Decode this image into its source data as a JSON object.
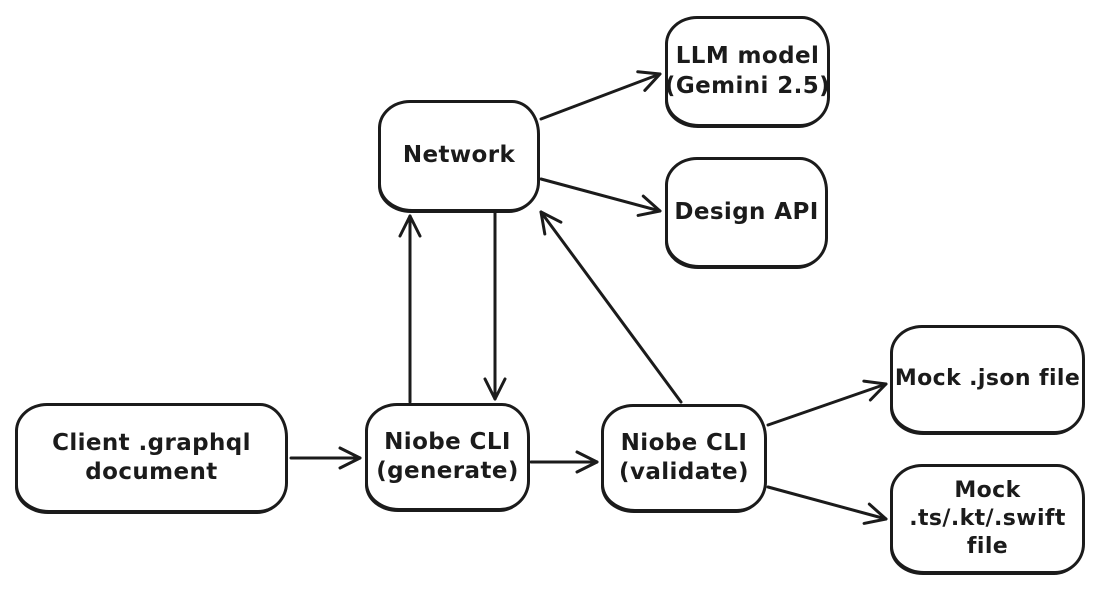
{
  "diagram": {
    "background": "#ffffff",
    "stroke_color": "#1b1b1b",
    "style": "hand-drawn flowchart",
    "nodes": {
      "network": {
        "label": "Network"
      },
      "llm_model": {
        "line1": "LLM model",
        "line2": "(Gemini 2.5)"
      },
      "design_api": {
        "label": "Design API"
      },
      "client_document": {
        "line1": "Client .graphql",
        "line2": "document"
      },
      "niobe_generate": {
        "line1": "Niobe CLI",
        "line2": "(generate)"
      },
      "niobe_validate": {
        "line1": "Niobe CLI",
        "line2": "(validate)"
      },
      "mock_json": {
        "label": "Mock .json file"
      },
      "mock_code": {
        "line1": "Mock",
        "line2": ".ts/.kt/.swift",
        "line3": "file"
      }
    },
    "edges": [
      {
        "from": "client_document",
        "to": "niobe_generate"
      },
      {
        "from": "niobe_generate",
        "to": "network"
      },
      {
        "from": "network",
        "to": "niobe_generate"
      },
      {
        "from": "niobe_generate",
        "to": "niobe_validate"
      },
      {
        "from": "niobe_validate",
        "to": "network"
      },
      {
        "from": "network",
        "to": "llm_model"
      },
      {
        "from": "network",
        "to": "design_api"
      },
      {
        "from": "niobe_validate",
        "to": "mock_json"
      },
      {
        "from": "niobe_validate",
        "to": "mock_code"
      }
    ]
  }
}
